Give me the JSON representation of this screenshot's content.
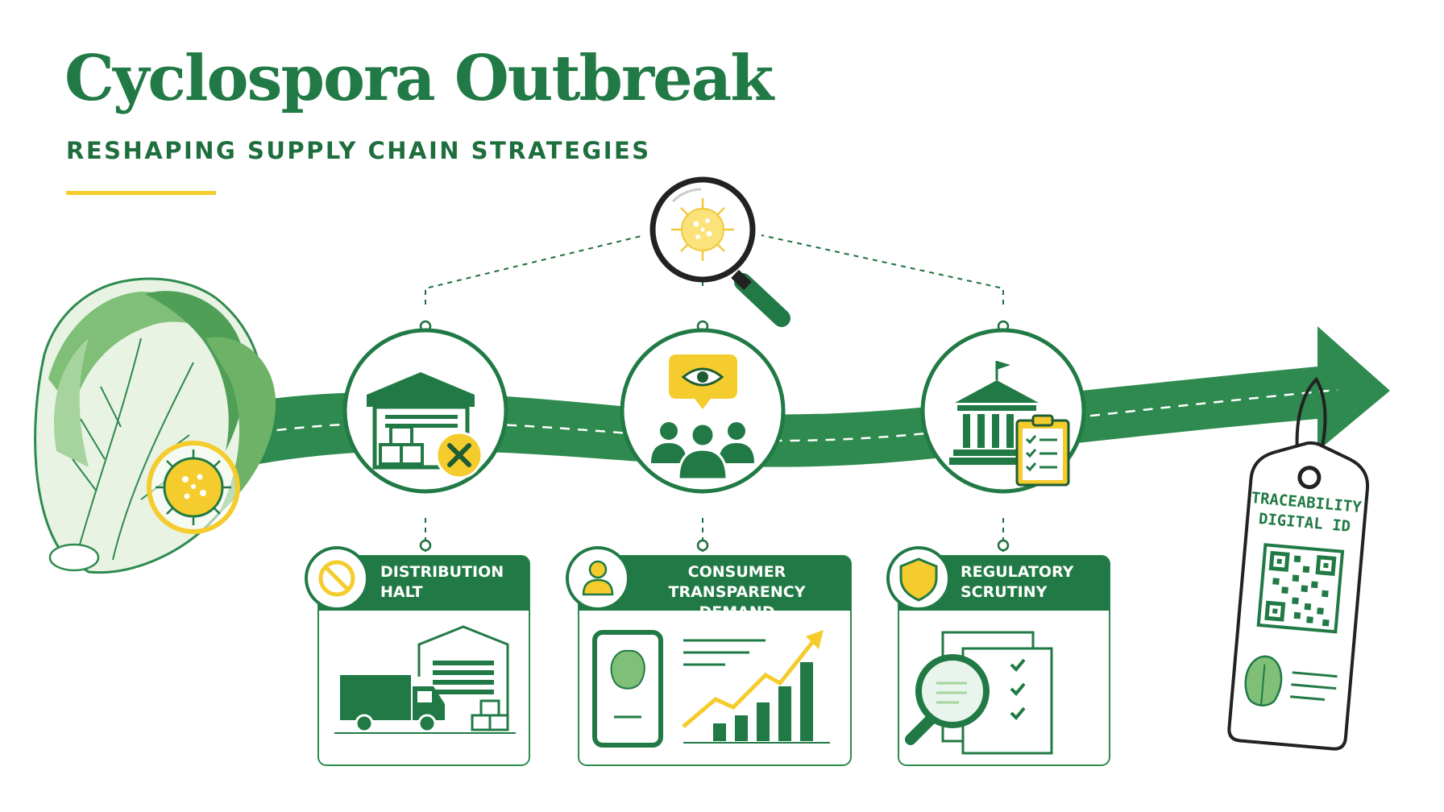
{
  "header": {
    "title": "Cyclospora Outbreak",
    "subtitle": "RESHAPING SUPPLY CHAIN STRATEGIES"
  },
  "panels": [
    {
      "line1": "DISTRIBUTION",
      "line2": "HALT",
      "icon": "prohibited-icon"
    },
    {
      "line1": "CONSUMER",
      "line2": "TRANSPARENCY DEMAND",
      "icon": "person-icon"
    },
    {
      "line1": "REGULATORY",
      "line2": "SCRUTINY",
      "icon": "shield-icon"
    }
  ],
  "milestones": [
    {
      "icon": "warehouse-blocked-icon"
    },
    {
      "icon": "consumer-eye-icon"
    },
    {
      "icon": "government-clipboard-icon"
    }
  ],
  "tag": {
    "line1": "TRACEABILITY",
    "line2": "DIGITAL ID"
  },
  "colors": {
    "primary_green": "#217a45",
    "dark_green": "#1f6e3d",
    "accent_yellow": "#f4cc2d",
    "light_green": "#e9f4ec"
  }
}
